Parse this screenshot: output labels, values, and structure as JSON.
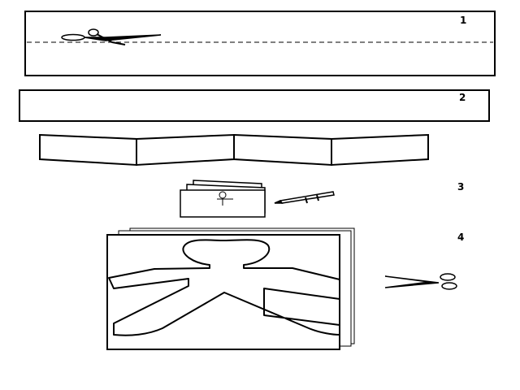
{
  "steps": [
    {
      "number": "1"
    },
    {
      "number": "2"
    },
    {
      "number": "3"
    },
    {
      "number": "4"
    }
  ],
  "icons": {
    "cutting_scissors": "scissors-icon",
    "pencil": "pencil-icon",
    "paper_doll": "paper-doll-icon"
  },
  "colors": {
    "line": "#000000",
    "paper": "#ffffff"
  }
}
